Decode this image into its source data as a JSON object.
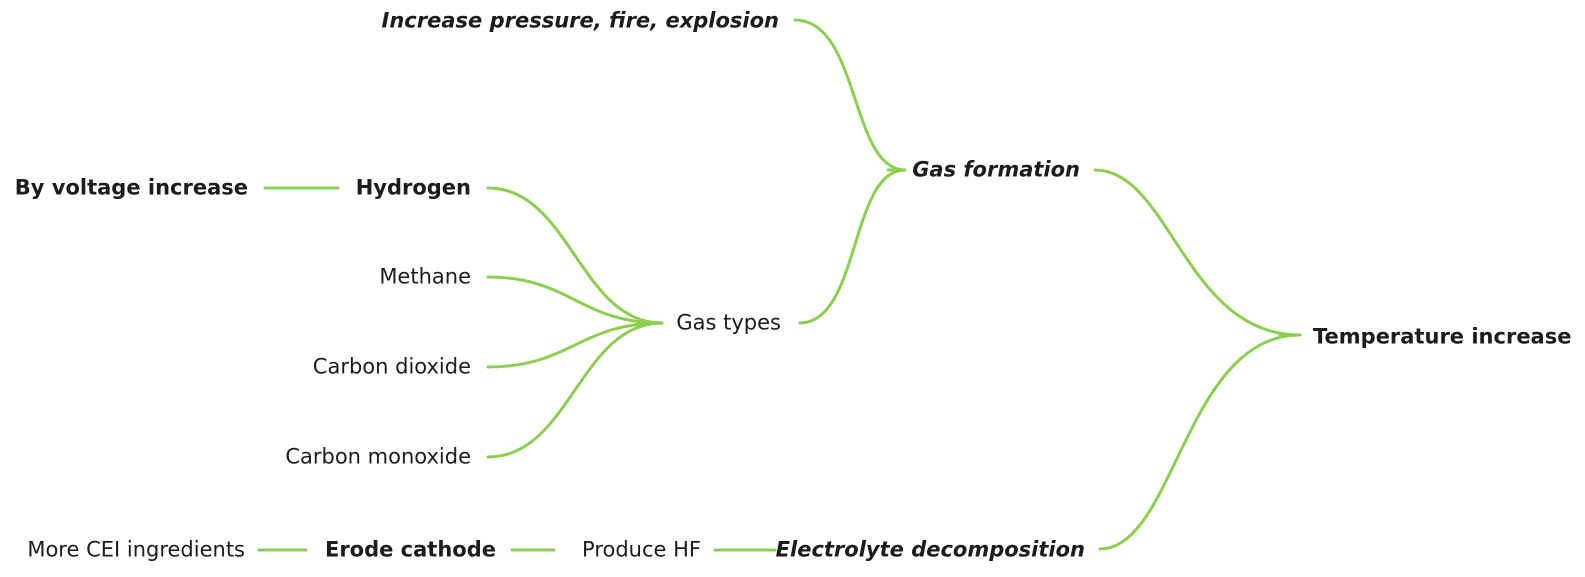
{
  "mindmap": {
    "root": "Temperature increase",
    "gas_formation": "Gas formation",
    "pressure_fire": "Increase pressure, fire, explosion",
    "gas_types": "Gas types",
    "hydrogen": "Hydrogen",
    "by_voltage": "By voltage increase",
    "methane": "Methane",
    "carbon_dioxide": "Carbon dioxide",
    "carbon_monoxide": "Carbon monoxide",
    "electrolyte_decomposition": "Electrolyte decomposition",
    "produce_hf": "Produce HF",
    "erode_cathode": "Erode cathode",
    "more_cei": "More CEI ingredients"
  },
  "colors": {
    "link": "#8ccf50",
    "text": "#1c1c1c"
  }
}
